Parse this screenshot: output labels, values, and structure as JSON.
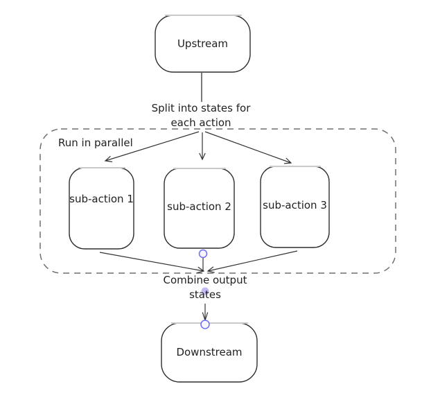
{
  "diagram": {
    "title": "parallel split-combine flow",
    "colors": {
      "background": "#ffffff",
      "node_stroke": "#2d2d2d",
      "node_top_highlight": "#c9c9c9",
      "container_dash_stroke": "#6e6e6e",
      "arrow_stroke": "#333333",
      "text": "#1f1f1f",
      "connection_point_stroke": "#6c6cf0",
      "connection_point_fill": "#f7f6ff",
      "connection_dot_fill": "#c3baf4"
    },
    "nodes": {
      "upstream": {
        "label": "Upstream"
      },
      "sub1": {
        "label": "sub-action 1"
      },
      "sub2": {
        "label": "sub-action 2"
      },
      "sub3": {
        "label": "sub-action 3"
      },
      "downstream": {
        "label": "Downstream"
      }
    },
    "container": {
      "label": "Run in parallel"
    },
    "annotations": {
      "split": "Split into states for\neach action",
      "combine": "Combine output\nstates"
    }
  }
}
